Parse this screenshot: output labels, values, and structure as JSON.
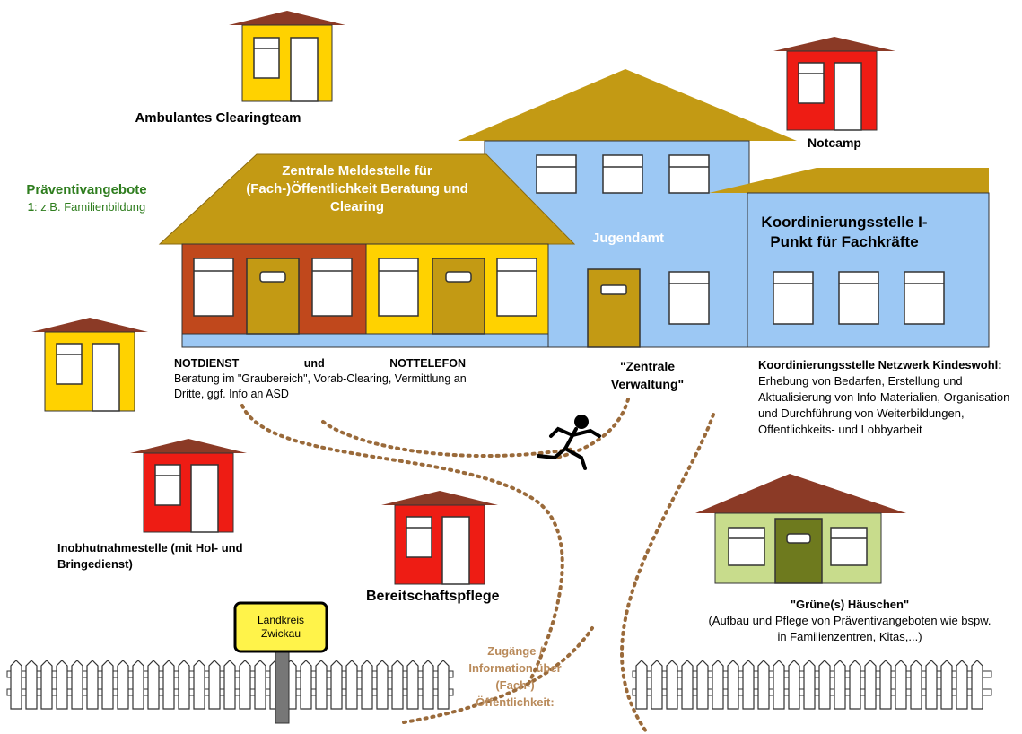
{
  "labels": {
    "ambulant": "Ambulantes Clearingteam",
    "notcamp": "Notcamp",
    "praeventiv_title": "Präventivangebote",
    "praeventiv_num": "1",
    "praeventiv_text": ": z.B. Familienbildung",
    "zentrale_meldestelle": "Zentrale Meldestelle für (Fach-)Öffentlichkeit Beratung und Clearing",
    "jugendamt": "Jugendamt",
    "koordinierungsstelle": "Koordinierungsstelle I-Punkt für Fachkräfte",
    "notdienst": "NOTDIENST",
    "und": "und",
    "nottelefon": "NOTTELEFON",
    "notdienst_text": "Beratung im \"Graubereich\", Vorab-Clearing, Vermittlung an Dritte, ggf. Info an ASD",
    "zentrale_verwaltung": "\"Zentrale Verwaltung\"",
    "netzwerk_title": "Koordinierungsstelle Netzwerk Kindeswohl:",
    "netzwerk_text": "Erhebung von Bedarfen, Erstellung und Aktualisierung von Info-Materialien, Organisation und Durchführung von Weiterbildungen, Öffentlichkeits- und Lobbyarbeit",
    "inobhut": "Inobhutnahmestelle (mit Hol- und Bringedienst)",
    "bereitschaft": "Bereitschaftspflege",
    "gruene_title": "\"Grüne(s) Häuschen\"",
    "gruene_text": "(Aufbau und Pflege von Präventivangeboten wie bspw. in Familienzentren, Kitas,...)",
    "sign": "Landkreis Zwickau",
    "zugaenge": "Zugänge / Information über (Fach-) Öffentlichkeit:"
  },
  "colors": {
    "roof": "#C39A14",
    "roof_dark": "#8B3A26",
    "blue": "#9CC8F4",
    "yellow": "#FFD200",
    "red": "#EE1C14",
    "green_house": "#C8DC8C",
    "brown_wall": "#C0481C",
    "door": "#C39A14",
    "green_door": "#6E7A1E",
    "path": "#9A6A3A",
    "green_text": "#2E7D1E",
    "zugang_text": "#B98A5A"
  }
}
